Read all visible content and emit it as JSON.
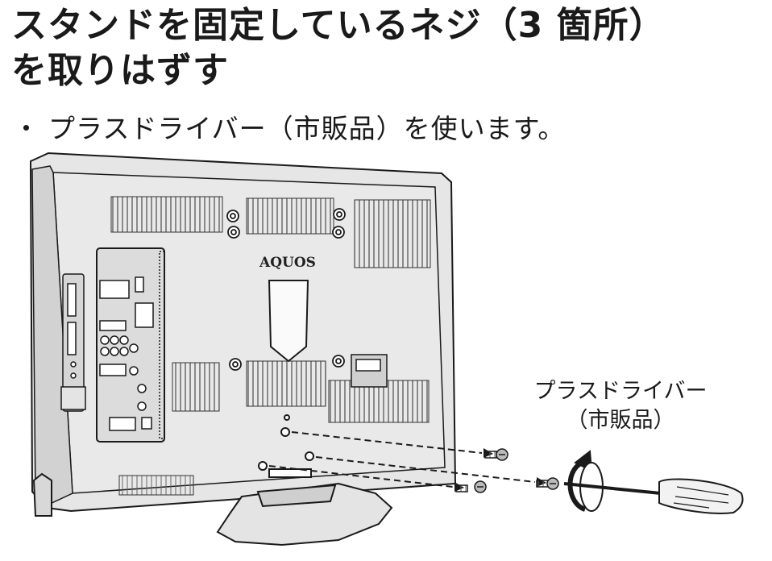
{
  "title": {
    "line1": "スタンドを固定しているネジ（3 箇所）",
    "line2": "を取りはずす"
  },
  "bullet": {
    "mark": "・",
    "text": "プラスドライバー（市販品）を使います。"
  },
  "illustration": {
    "logo_text": "AQUOS",
    "callout_line1": "プラスドライバー",
    "callout_line2": "（市販品）"
  }
}
